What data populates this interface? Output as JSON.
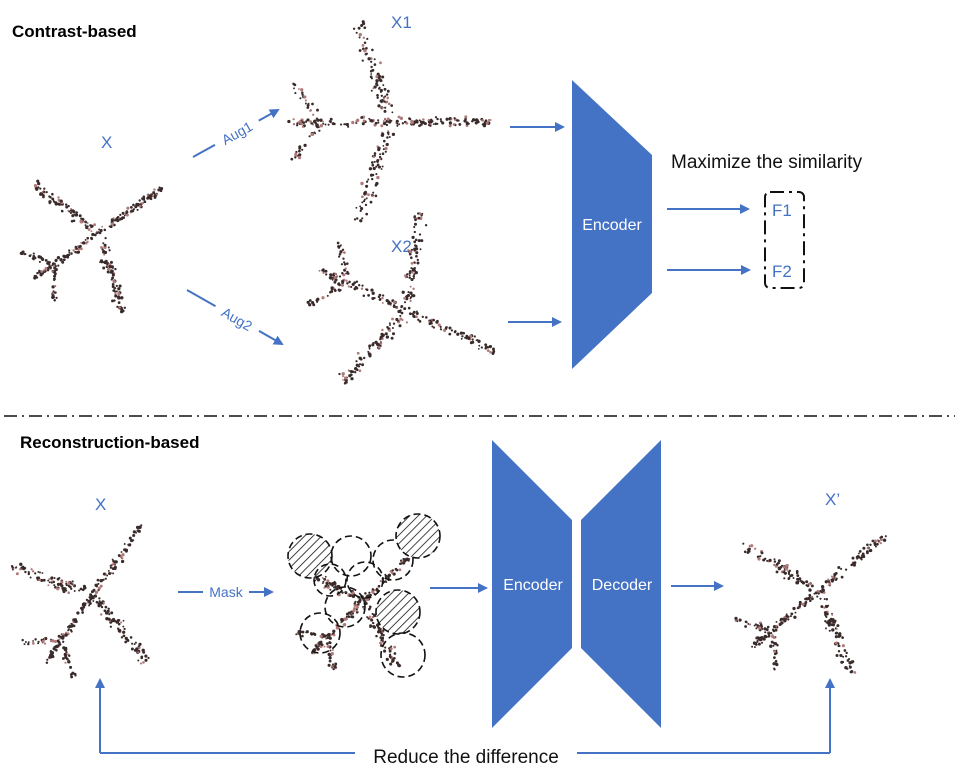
{
  "top": {
    "title": "Contrast-based",
    "input_label": "X",
    "aug1_label": "Aug1",
    "aug2_label": "Aug2",
    "view1_label": "X1",
    "view2_label": "X2",
    "encoder_label": "Encoder",
    "objective": "Maximize the similarity",
    "feature1_label": "F1",
    "feature2_label": "F2"
  },
  "bottom": {
    "title": "Reconstruction-based",
    "input_label": "X",
    "mask_label": "Mask",
    "encoder_label": "Encoder",
    "decoder_label": "Decoder",
    "output_label": "X’",
    "objective": "Reduce the difference"
  },
  "colors": {
    "accent": "#4472C4",
    "points": "#3a2b2b"
  }
}
